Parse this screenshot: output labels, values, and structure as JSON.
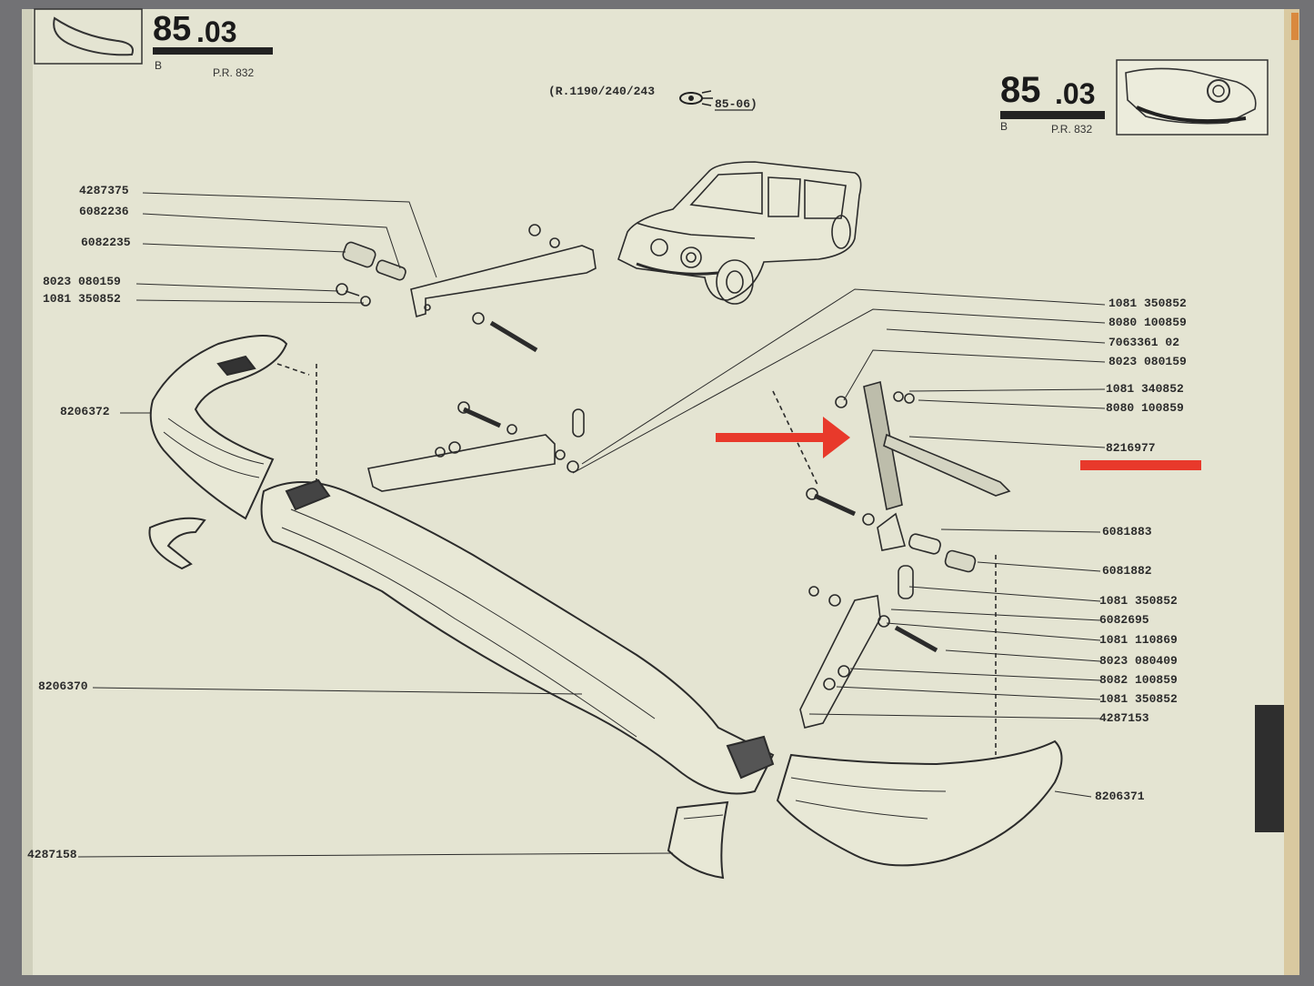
{
  "page": {
    "section_number_main": "85",
    "section_number_sub": ".03",
    "variant_letter": "B",
    "pr_code": "P.R. 832",
    "models_note": "(R.1190/240/243",
    "see_reference": "85-06)"
  },
  "left_labels": [
    "4287375",
    "6082236",
    "6082235",
    "8023 080159",
    "1081 350852",
    "8206372",
    "8206370",
    "4287158"
  ],
  "right_labels": [
    "1081 350852",
    "8080 100859",
    "7063361 02",
    "8023 080159",
    "1081 340852",
    "8080 100859",
    "8216977",
    "6081883",
    "6081882",
    "1081 350852",
    "6082695",
    "1081 110869",
    "8023 080409",
    "8082 100859",
    "1081 350852",
    "4287153",
    "8206371"
  ],
  "colors": {
    "paper": "#e4e4d2",
    "ink": "#2b2b2b",
    "annotation_red": "#e8392b",
    "frame": "#727275"
  },
  "annotations": {
    "highlighted_part": "8216977",
    "arrow_icon": "red-arrow-icon",
    "underline_icon": "red-underline-icon"
  }
}
